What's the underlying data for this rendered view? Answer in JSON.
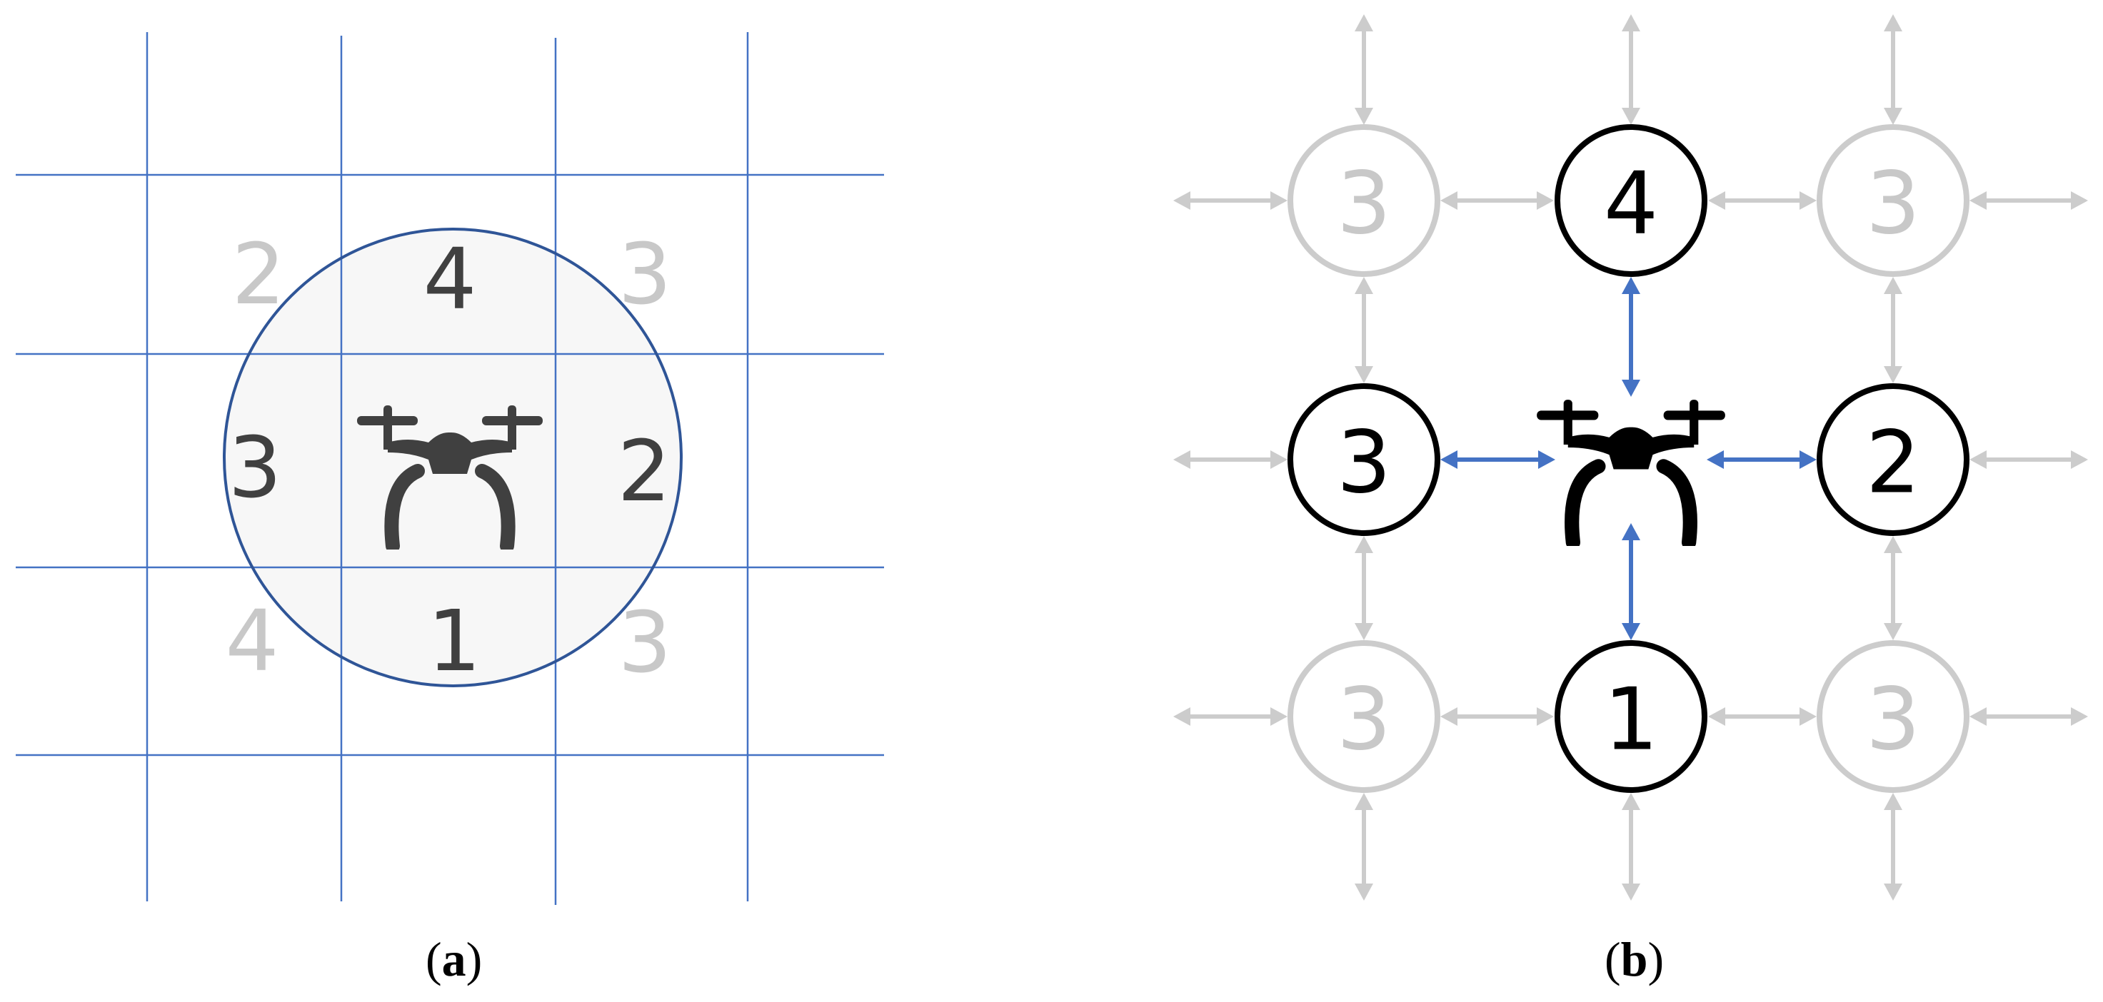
{
  "panel_a": {
    "caption": "a",
    "cells": {
      "top_left": "2",
      "top": "4",
      "top_right": "3",
      "left": "3",
      "right": "2",
      "bottom_left": "4",
      "bottom": "1",
      "bottom_right": "3"
    },
    "center_icon": "drone-icon"
  },
  "panel_b": {
    "caption": "b",
    "nodes": {
      "top_left": "3",
      "top": "4",
      "top_right": "3",
      "left": "3",
      "right": "2",
      "bottom_left": "3",
      "bottom": "1",
      "bottom_right": "3"
    },
    "center_icon": "drone-icon"
  },
  "colors": {
    "grid_line": "#4472c4",
    "circle_outline": "#2f5597",
    "circle_fill": "#f7f7f7",
    "active_text": "#404040",
    "inactive_text": "#c8c8c8",
    "active_node": "#000000",
    "inactive_node": "#cccccc",
    "active_arrow": "#4472c4",
    "inactive_arrow": "#cccccc"
  }
}
